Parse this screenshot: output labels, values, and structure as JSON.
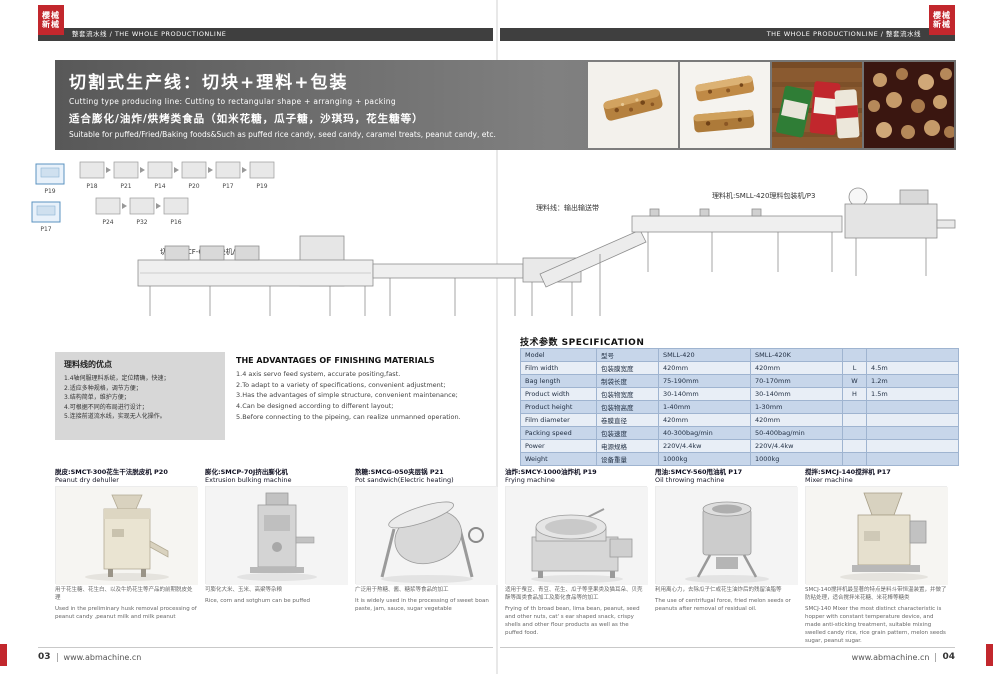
{
  "brand": {
    "logo_line1": "樱械",
    "logo_line2": "新械",
    "accent_red": "#c2272d"
  },
  "header": {
    "left_strip": "整套流水线 / THE WHOLE PRODUCTIONLINE",
    "right_strip": "THE WHOLE PRODUCTIONLINE / 整套流水线"
  },
  "banner": {
    "title_cn": "切割式生产线：切块+理料+包装",
    "title_en": "Cutting type producing line:  Cutting to rectangular shape + arranging + packing",
    "subtitle_cn": "适合膨化/油炸/烘烤类食品（如米花糖，瓜子糖，沙琪玛，花生糖等）",
    "subtitle_en": "Suitable for puffed/Fried/Baking foods&Such as puffed rice candy, seed candy, caramel treats, peanut candy, etc.",
    "photos": [
      "cereal-bar",
      "cereal-bars",
      "packaged-candy",
      "nut-brittle-closeup"
    ]
  },
  "diagram": {
    "label_cutting": "切块:SMCF-680切块机/P14",
    "label_output": "理料线：输出输送带",
    "label_packing": "理料机:SMLL-420理料包装机/P3",
    "flow_row1": [
      "P18",
      "P21",
      "P14",
      "P20",
      "P17",
      "P19"
    ],
    "flow_row2": [
      "P24",
      "P32",
      "P16"
    ],
    "flow_highlighted": [
      "P19",
      "P17"
    ]
  },
  "advantages": {
    "title_cn": "理料线的优点",
    "items_cn": [
      "1.4轴伺服理料系统，定位精确，快速；",
      "2.适应多种规格，调节方便；",
      "3.结构简单，维护方便；",
      "4.可根据不同的布局进行设计；",
      "5.连接前道流水线，实现无人化操作。"
    ],
    "title_en": "THE ADVANTAGES OF FINISHING MATERIALS",
    "items_en": [
      "1.4 axis servo feed system, accurate positing,fast.",
      "2.To adapt to a variety of specifications, convenient adjustment;",
      "3.Has the advantages of simple structure, convenient maintenance;",
      "4.Can be designed according to different layout;",
      "5.Before connecting to the pipeing, can realize unmanned operation."
    ]
  },
  "spec": {
    "title": "技术参数 SPECIFICATION",
    "rows": [
      {
        "en": "Model",
        "cn": "型号",
        "v1": "SMLL-420",
        "v2": "SMLL-420K",
        "dim": "",
        "dimv": ""
      },
      {
        "en": "Film width",
        "cn": "包装膜宽度",
        "v1": "420mm",
        "v2": "420mm",
        "dim": "L",
        "dimv": "4.5m"
      },
      {
        "en": "Bag length",
        "cn": "制袋长度",
        "v1": "75-190mm",
        "v2": "70-170mm",
        "dim": "W",
        "dimv": "1.2m"
      },
      {
        "en": "Product width",
        "cn": "包装物宽度",
        "v1": "30-140mm",
        "v2": "30-140mm",
        "dim": "H",
        "dimv": "1.5m"
      },
      {
        "en": "Product height",
        "cn": "包装物高度",
        "v1": "1-40mm",
        "v2": "1-30mm",
        "dim": "",
        "dimv": ""
      },
      {
        "en": "Film diameter",
        "cn": "卷膜直径",
        "v1": "420mm",
        "v2": "420mm",
        "dim": "",
        "dimv": ""
      },
      {
        "en": "Packing speed",
        "cn": "包装速度",
        "v1": "40-300bag/min",
        "v2": "50-400bag/min",
        "dim": "",
        "dimv": ""
      },
      {
        "en": "Power",
        "cn": "电源规格",
        "v1": "220V/4.4kw",
        "v2": "220V/4.4kw",
        "dim": "",
        "dimv": ""
      },
      {
        "en": "Weight",
        "cn": "设备重量",
        "v1": "1000kg",
        "v2": "1000kg",
        "dim": "",
        "dimv": ""
      }
    ]
  },
  "machines": [
    {
      "cap_cn": "脱皮:SMCT-300花生干法脱皮机 P20",
      "cap_en": "Peanut dry dehuller",
      "desc_cn": "用于花生糖、花生白、以及牛奶花生等产品的前期脱皮处理",
      "desc_en": "Used in the preliminary husk removal processing of peanut candy ,peanut milk and milk peanut"
    },
    {
      "cap_cn": "膨化:SMCP-70J挤出膨化机",
      "cap_en": "Extrusion bulking machine",
      "desc_cn": "可膨化大米、玉米、高粱等杂粮",
      "desc_en": "Rice, corn and sotghum can be puffed"
    },
    {
      "cap_cn": "熬糖:SMCG-050夹层锅 P21",
      "cap_en": "Pot sandwich(Electric heating)",
      "desc_cn": "广泛用于熬糖、酱、糖浆等食品的加工",
      "desc_en": "It is widely used in the processing of sweet boan paste, jam, sauce, sugar vegetable"
    },
    {
      "cap_cn": "油炸:SMCY-1000油炸机 P19",
      "cap_en": "Frying machine",
      "desc_cn": "适用于蚕豆、青豆、花生、瓜子等坚果类及猫耳朵、贝壳酥等面类食品加工及膨化食品等的加工",
      "desc_en": "Frying of th broad bean, lima bean, peanut, seed and other nuts, cat' s ear shaped snack, crispy shells and other flour products as well as the puffed food."
    },
    {
      "cap_cn": "甩油:SMCY-560甩油机 P17",
      "cap_en": "Oil throwing machine",
      "desc_cn": "利用离心力，去除瓜子仁或花生油炸后的残留油脂等",
      "desc_en": "The use of centrifugal force, fried melon seeds or peanuts after removal of residual oil."
    },
    {
      "cap_cn": "搅拌:SMCJ-140搅拌机 P17",
      "cap_en": "Mixer machine",
      "desc_cn": "SMCJ-140搅拌机最显著的特点是料斗带恒温装置，并做了防粘处理，适合搅拌米花糖、米花棒等糖类",
      "desc_en": "SMCJ-140 Mixer the most distinct characteristic is hopper with constant temperature device, and made anti-sticking treatment, suitable mixing swelled candy rice, rice grain pattern, melon seeds sugar, peanut sugar."
    }
  ],
  "footer": {
    "site": "www.abmachine.cn",
    "left_page": "03",
    "right_page": "04"
  }
}
